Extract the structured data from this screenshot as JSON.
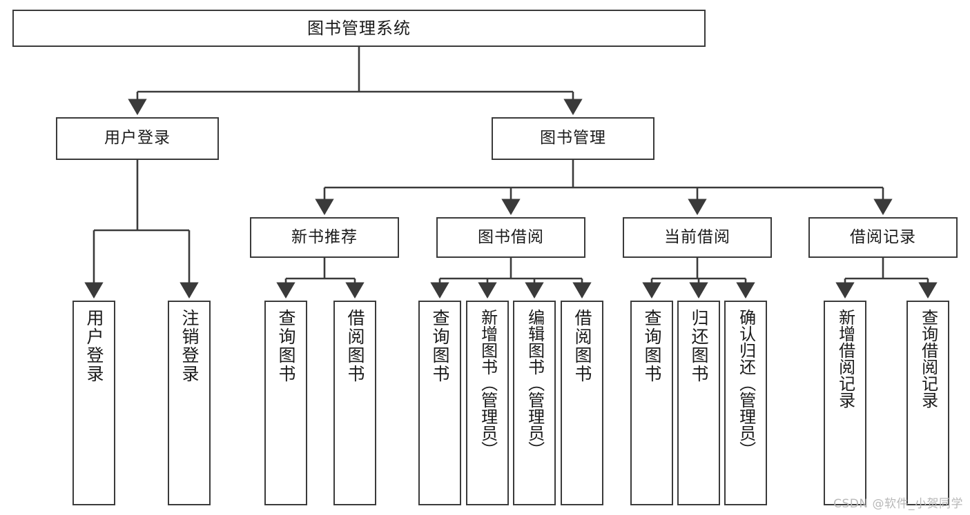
{
  "diagram": {
    "title": "图书管理系统",
    "type": "tree-hierarchy-diagram",
    "watermark": "CSDN @软件_小贺同学",
    "colors": {
      "stroke": "#3a3a3a",
      "fill": "#ffffff",
      "text": "#1a1a1a",
      "watermark": "#b8b8b8"
    },
    "root": {
      "id": "root",
      "label": "图书管理系统"
    },
    "level2": [
      {
        "id": "user-login",
        "label": "用户登录"
      },
      {
        "id": "book-manage",
        "label": "图书管理"
      }
    ],
    "level3": [
      {
        "id": "new-book-rec",
        "label": "新书推荐",
        "parent": "book-manage"
      },
      {
        "id": "book-borrow",
        "label": "图书借阅",
        "parent": "book-manage"
      },
      {
        "id": "current-borrow",
        "label": "当前借阅",
        "parent": "book-manage"
      },
      {
        "id": "borrow-record",
        "label": "借阅记录",
        "parent": "book-manage"
      }
    ],
    "leaves": {
      "user_login": [
        {
          "id": "leaf-user-login",
          "label": "用户登录"
        },
        {
          "id": "leaf-user-logout",
          "label": "注销登录"
        }
      ],
      "new_book_rec": [
        {
          "id": "leaf-query-book-1",
          "label": "查询图书"
        },
        {
          "id": "leaf-borrow-book-1",
          "label": "借阅图书"
        }
      ],
      "book_borrow": [
        {
          "id": "leaf-query-book-2",
          "label": "查询图书"
        },
        {
          "id": "leaf-add-book",
          "label": "新增图书（管理员）"
        },
        {
          "id": "leaf-edit-book",
          "label": "编辑图书（管理员）"
        },
        {
          "id": "leaf-borrow-book-2",
          "label": "借阅图书"
        }
      ],
      "current_borrow": [
        {
          "id": "leaf-query-book-3",
          "label": "查询图书"
        },
        {
          "id": "leaf-return-book",
          "label": "归还图书"
        },
        {
          "id": "leaf-confirm-return",
          "label": "确认归还（管理员）"
        }
      ],
      "borrow_record": [
        {
          "id": "leaf-add-record",
          "label": "新增借阅记录"
        },
        {
          "id": "leaf-query-record",
          "label": "查询借阅记录"
        }
      ]
    }
  }
}
